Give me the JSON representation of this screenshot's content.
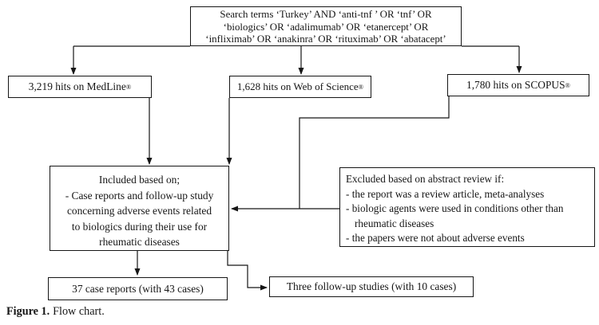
{
  "figure_caption": {
    "label": "Figure 1.",
    "text": "Flow chart."
  },
  "flowchart": {
    "search_terms_box": {
      "lines": [
        "Search terms ‘Turkey’ AND ‘anti-tnf ’ OR ‘tnf’ OR",
        "‘biologics’ OR ‘adalimumab’ OR ‘etanercept’ OR",
        "‘infliximab’ OR ‘anakinra’ OR ‘rituximab’ OR ‘abatacept’"
      ]
    },
    "medline_box": {
      "label": "3,219 hits on MedLine",
      "reg_mark": "®"
    },
    "web_of_science_box": {
      "label": "1,628 hits on Web of Science",
      "reg_mark": "®"
    },
    "scopus_box": {
      "label": "1,780 hits on SCOPUS",
      "reg_mark": "®"
    },
    "included_box": {
      "lines": [
        "Included based on;",
        "- Case reports and follow-up study",
        "concerning adverse events related",
        "to biologics during their use for",
        "rheumatic diseases"
      ]
    },
    "excluded_box": {
      "lines": [
        "Excluded based on abstract review if:",
        "-  the report was a review article, meta-analyses",
        "-  biologic agents were used in conditions other than",
        "rheumatic diseases",
        "-  the papers were not about adverse events"
      ]
    },
    "case_reports_box": {
      "label": "37 case reports (with 43 cases)"
    },
    "follow_up_box": {
      "label": "Three follow-up studies (with 10 cases)"
    }
  }
}
